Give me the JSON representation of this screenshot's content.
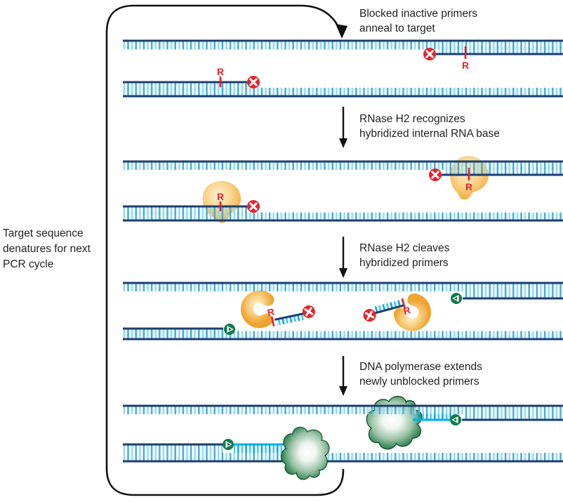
{
  "steps": {
    "step1": {
      "line1": "Blocked inactive primers",
      "line2": "anneal to target"
    },
    "step2": {
      "line1": "RNase H2 recognizes",
      "line2": "hybridized internal RNA base"
    },
    "step3": {
      "line1": "RNase H2 cleaves",
      "line2": "hybridized primers"
    },
    "step4": {
      "line1": "DNA polymerase extends",
      "line2": "newly unblocked primers"
    }
  },
  "cycle_label": {
    "line1": "Target sequence",
    "line2": "denatures for next",
    "line3": "PCR cycle"
  },
  "rna_base_label": "R",
  "icons": {
    "blocked_end": "red-x-circle-icon",
    "free_3prime_end": "green-arrow-circle-icon",
    "rnase_h2_enzyme": "orange-blob-icon",
    "dna_polymerase_enzyme": "green-blob-icon",
    "cycle_arrow": "curved-arrow-icon",
    "step_arrow": "down-arrow-icon"
  },
  "colors": {
    "strand_navy": "#1C3E6E",
    "tick_light": "#97D9F4",
    "tick_medium": "#44AFE0",
    "extension_cyan": "#00AEEF",
    "rna_red": "#ED1C24",
    "blocker_red": "#E8222A",
    "enzyme_orange": "#F0A431",
    "polymerase_green": "#2C7A4C",
    "free_end_green": "#117A48",
    "text": "#231F20",
    "outline": "#111111"
  }
}
